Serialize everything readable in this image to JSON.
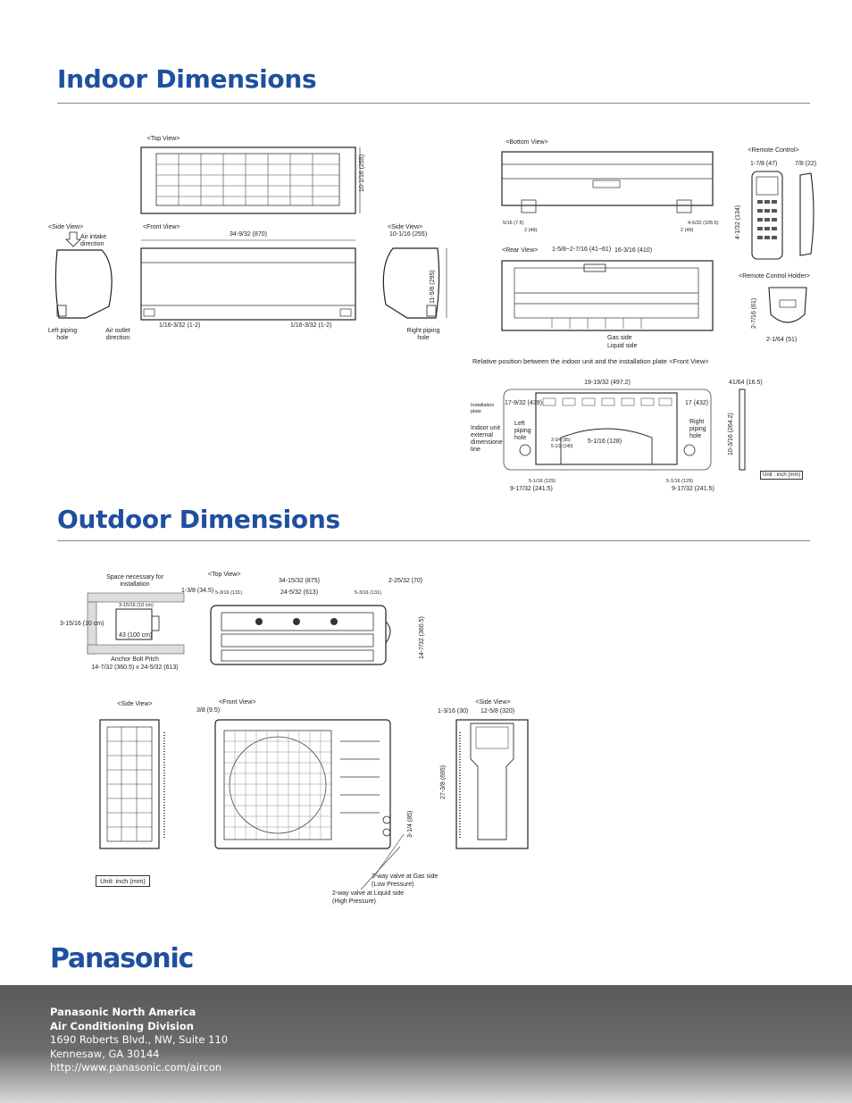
{
  "headings": {
    "indoor": "Indoor Dimensions",
    "outdoor": "Outdoor Dimensions"
  },
  "indoor": {
    "top_view": "<Top View>",
    "top_depth": "10-1/16 (255)",
    "side_view_left": "<Side View>",
    "air_intake": "Air intake direction",
    "front_view": "<Front View>",
    "front_width": "34-9/32 (870)",
    "side_view_right": "<Side View>",
    "side_depth": "10-1/16 (255)",
    "height": "11-5/8 (295)",
    "left_piping": "Left piping hole",
    "air_outlet": "Air outlet direction",
    "front_left_dim": "1/16-3/32 (1-2)",
    "front_right_dim": "1/16-3/32 (1-2)",
    "right_piping": "Right piping hole",
    "bottom_view": "<Bottom View>",
    "bottom_dims": [
      "5/16 (7.5)",
      "2 (49)",
      "4-5/32 (105.5)",
      "2 (49)"
    ],
    "rear_view": "<Rear View>",
    "rear_dim_1": "1-5/8~2-7/16 (41~61)",
    "rear_dim_2": "16-3/16 (410)",
    "gas_side": "Gas side",
    "liquid_side": "Liquid side",
    "remote_control": "<Remote Control>",
    "rc_width": "1-7/8 (47)",
    "rc_depth": "7/8 (22)",
    "rc_height": "4-1/32 (134)",
    "rc_holder": "<Remote Control Holder>",
    "holder_height": "2-7/16 (61)",
    "holder_width": "2-1/64 (51)",
    "relative_position": "Relative position between the indoor unit and the installation plate <Front View>",
    "plate_width": "19-19/32 (497.2)",
    "installation_plate": "Installation plate",
    "plate_left_dim": "17-9/32 (439)",
    "plate_right_dim": "17 (432)",
    "indoor_external": "Indoor unit external dimensione line",
    "left_piping_hole": "Left piping hole",
    "right_piping_hole": "Right piping hole",
    "center_dim": "5-1/16 (128)",
    "small_dims": [
      "3-3/4 (95)",
      "5-1/2 (140)"
    ],
    "bottom_left_small": "5-1/16 (129)",
    "bottom_right_small": "5-1/16 (129)",
    "bottom_left": "9-17/32 (241.5)",
    "bottom_right": "9-17/32 (241.5)",
    "side_top": "41/64 (16.5)",
    "side_height": "10-3/16 (264.2)",
    "unit_label": "Unit : inch (mm)"
  },
  "outdoor": {
    "space_necessary": "Space necessary for installation",
    "space_top": "3-15/16 (10 cm)",
    "space_left": "3-15/16 (10 cm)",
    "space_bottom": "43 (100 cm)",
    "anchor_title": "Anchor Bolt Pitch",
    "anchor_value": "14-7/32 (360.5) x 24-5/32 (613)",
    "top_view": "<Top View>",
    "top_left_offset": "1-3/8 (34.5)",
    "top_width": "34-15/32 (875)",
    "top_right": "2-25/32 (70)",
    "top_small_l": "5-3/16 (131)",
    "top_middle": "24-5/32 (613)",
    "top_small_r": "5-3/16 (131)",
    "top_depth": "14-7/32 (360.5)",
    "side_view_left": "<Side View>",
    "front_view": "<Front View>",
    "front_left": "3/8 (9.5)",
    "side_view_right": "<Side View>",
    "side_left": "1-3/16 (30)",
    "side_width": "12-5/8 (320)",
    "height": "27-3/8 (695)",
    "valve_dim": "3-1/4 (85)",
    "gas_valve": "3-way valve at Gas side (Low Pressure)",
    "liquid_valve": "2-way valve at Liquid side (High Pressure)",
    "unit_label": "Unit: inch (mm)"
  },
  "footer": {
    "brand": "Panasonic",
    "company": "Panasonic North America",
    "division": "Air Conditioning Division",
    "address_1": "1690 Roberts Blvd., NW, Suite 110",
    "address_2": "Kennesaw, GA 30144",
    "url": "http://www.panasonic.com/aircon"
  }
}
